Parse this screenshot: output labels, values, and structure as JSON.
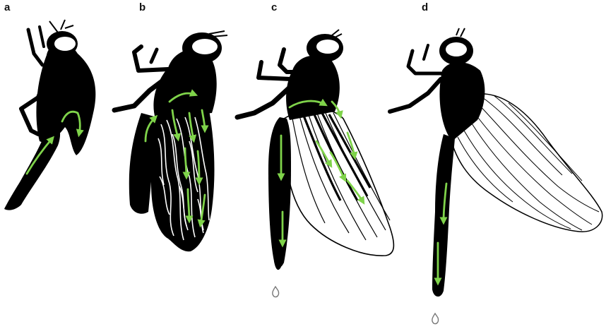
{
  "panels": [
    {
      "label": "a"
    },
    {
      "label": "b"
    },
    {
      "label": "c"
    },
    {
      "label": "d"
    }
  ],
  "colors": {
    "silhouette": "#000000",
    "flow_arrow": "#7fd34a",
    "wing_vein": "#000000",
    "droplet": "#777777",
    "background": "#ffffff"
  },
  "icons": [
    "droplet-icon"
  ]
}
